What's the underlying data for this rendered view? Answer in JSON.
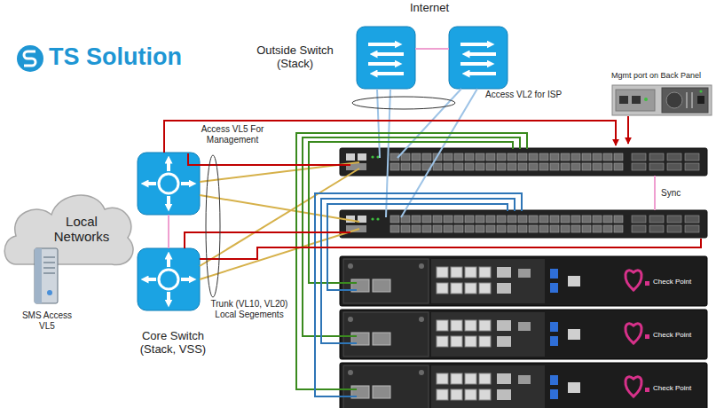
{
  "diagram": {
    "nodes": [
      {
        "text": [
          "Outside Switch (Stack)"
        ]
      },
      {
        "text": [
          "Mgmt port on Back Panel"
        ]
      },
      {
        "text": [
          "Local Networks"
        ]
      },
      {
        "text": [
          "SMS Access VL5"
        ]
      },
      {
        "text": [
          "Core Switch (Stack, VSS)"
        ]
      },
      {
        "text": [
          "Check Point"
        ]
      },
      {
        "text": [
          "Check Point"
        ]
      },
      {
        "text": [
          "Check Point"
        ]
      }
    ],
    "labels": [
      "TS Solution",
      "Internet",
      "Access VL2 for ISP",
      "Access VL5 For Management",
      "Trunk (VL10, VL20) Local Segements",
      "Sync"
    ]
  }
}
